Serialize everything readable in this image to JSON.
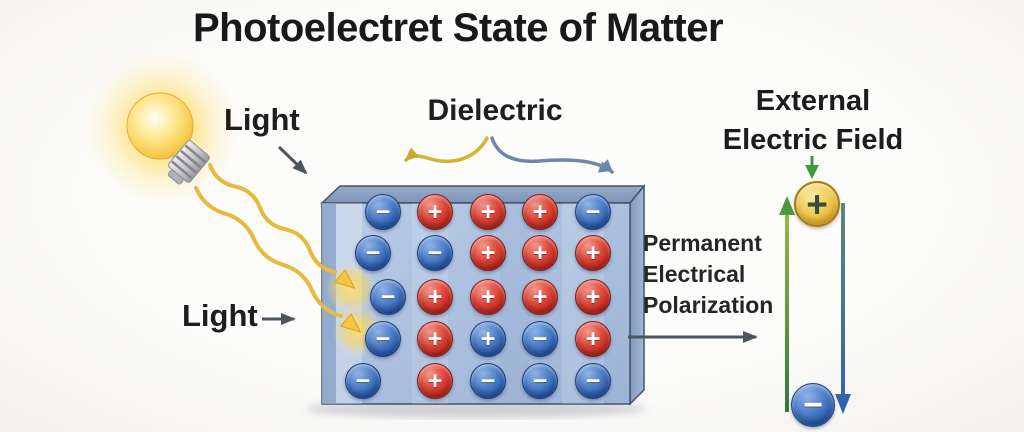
{
  "title": "Photoelectret State of Matter",
  "labels": {
    "light_top": "Light",
    "light_bottom": "Light",
    "dielectric": "Dielectric"
  },
  "polarization": {
    "line1": "Permanent",
    "line2": "Electrical",
    "line3": "Polarization"
  },
  "external_field": {
    "line1": "External",
    "line2": "Electric Field",
    "positive": "+",
    "negative": "−"
  },
  "dielectric_grid": {
    "rows": 5,
    "cols": 5,
    "cells": [
      [
        {
          "color": "blue",
          "sign": "−"
        },
        {
          "color": "red",
          "sign": "+"
        },
        {
          "color": "red",
          "sign": "+"
        },
        {
          "color": "red",
          "sign": "+"
        },
        {
          "color": "blue",
          "sign": "−"
        }
      ],
      [
        {
          "color": "blue",
          "sign": "−"
        },
        {
          "color": "blue",
          "sign": "−"
        },
        {
          "color": "red",
          "sign": "+"
        },
        {
          "color": "red",
          "sign": "+"
        },
        {
          "color": "red",
          "sign": "+"
        }
      ],
      [
        {
          "color": "blue",
          "sign": "−"
        },
        {
          "color": "red",
          "sign": "+"
        },
        {
          "color": "red",
          "sign": "+"
        },
        {
          "color": "red",
          "sign": "+"
        },
        {
          "color": "red",
          "sign": "+"
        }
      ],
      [
        {
          "color": "blue",
          "sign": "−"
        },
        {
          "color": "red",
          "sign": "+"
        },
        {
          "color": "blue",
          "sign": "+"
        },
        {
          "color": "blue",
          "sign": "−"
        },
        {
          "color": "red",
          "sign": "+"
        }
      ],
      [
        {
          "color": "blue",
          "sign": "−"
        },
        {
          "color": "red",
          "sign": "+"
        },
        {
          "color": "blue",
          "sign": "−"
        },
        {
          "color": "blue",
          "sign": "−"
        },
        {
          "color": "blue",
          "sign": "−"
        }
      ]
    ]
  },
  "colors": {
    "positive_charge": "#c22a1c",
    "negative_charge": "#2a5aa8",
    "terminal_gold": "#f0ca52",
    "light_ray": "#e9b93d",
    "field_up_arrow": "#3f9a3f",
    "field_down_arrow": "#2f66ad",
    "annotation_arrow": "#4d565f",
    "box_face": "#aec1de"
  }
}
